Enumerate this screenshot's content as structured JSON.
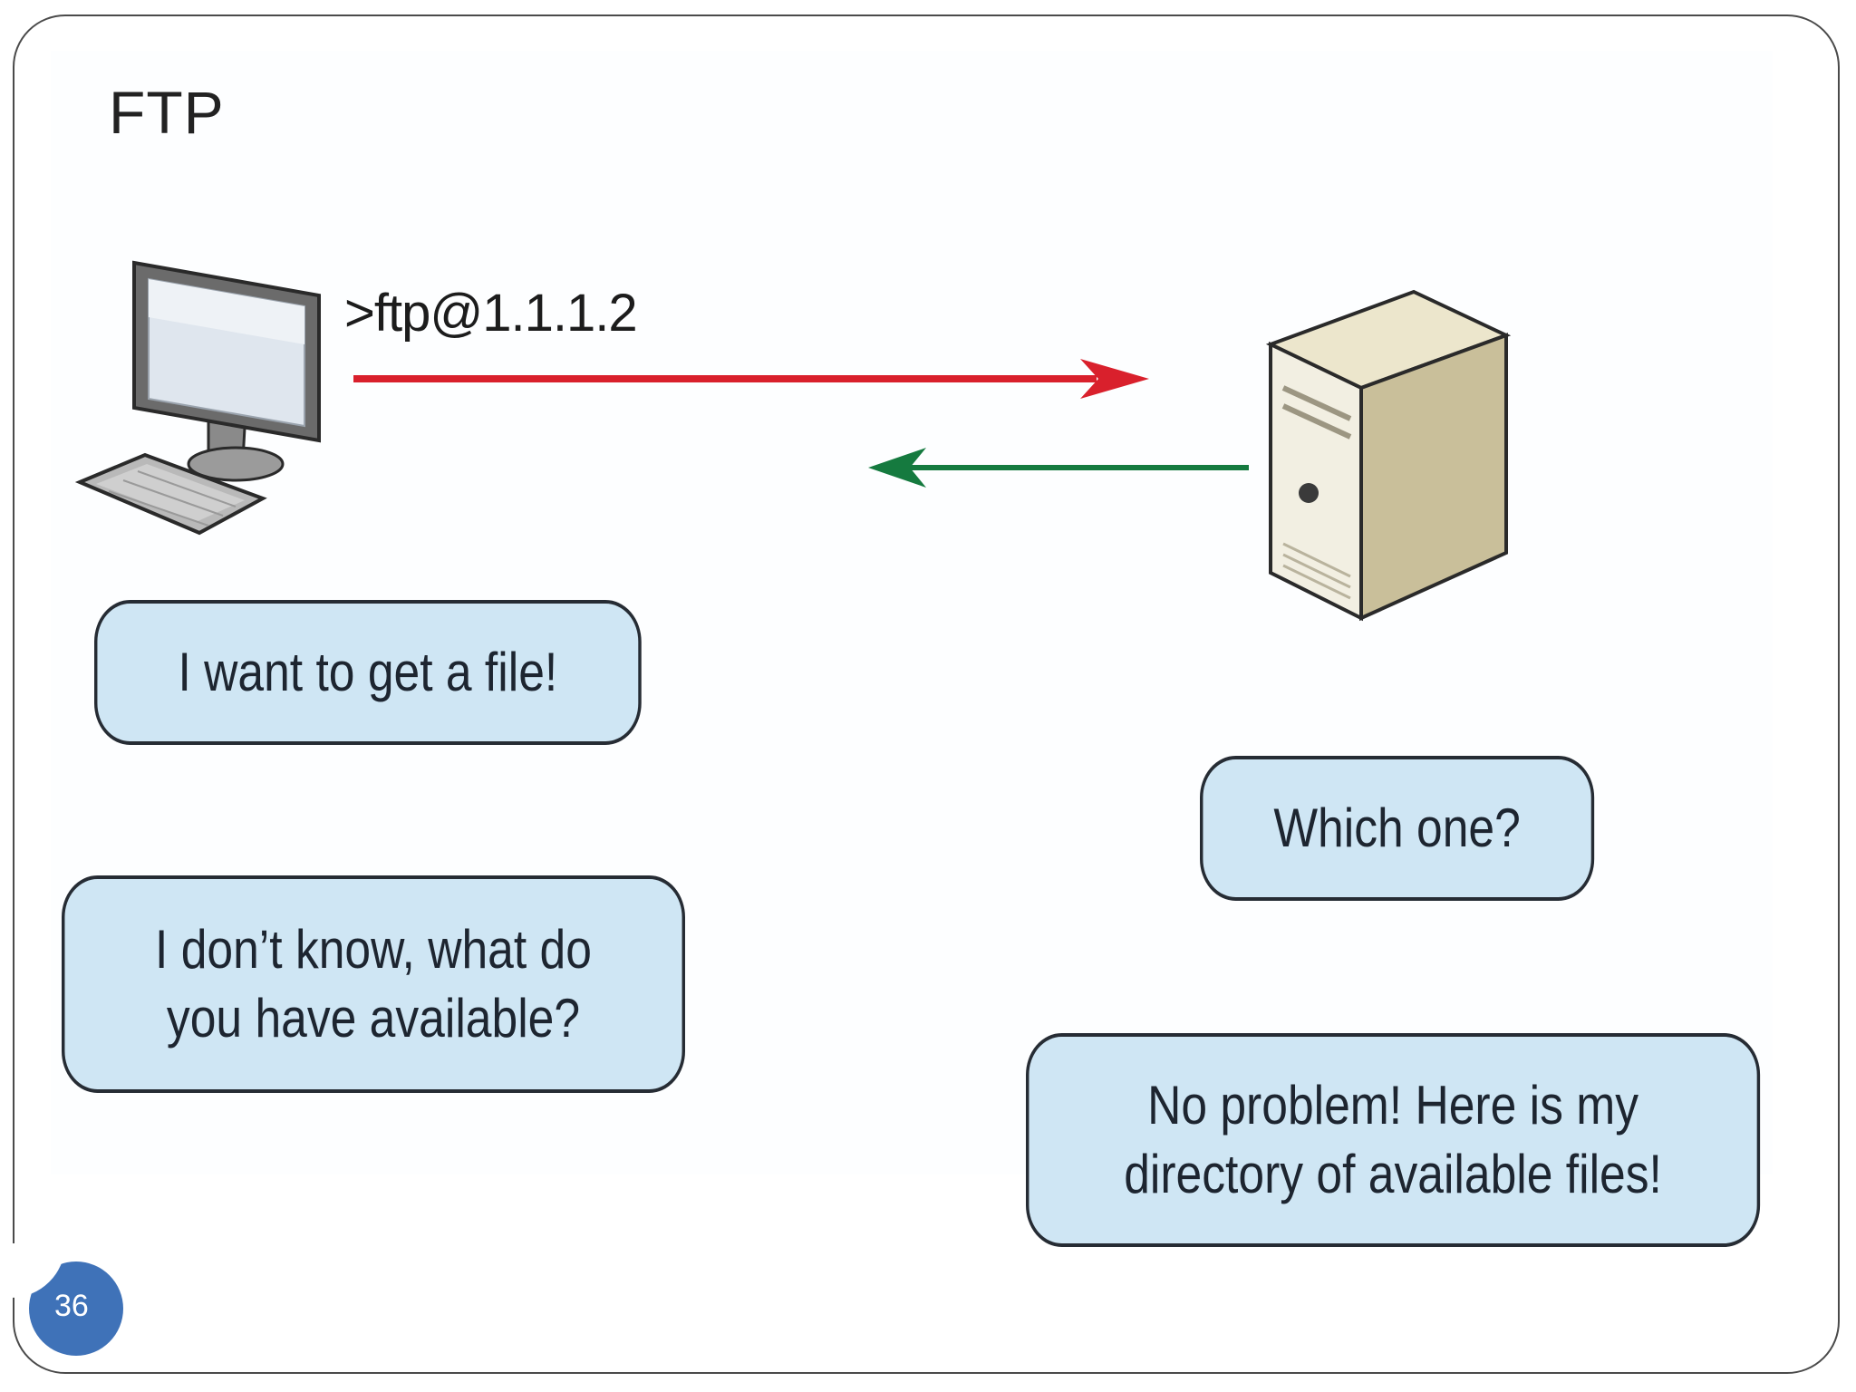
{
  "diagram": {
    "title": "FTP",
    "command": ">ftp@1.1.1.2",
    "colors": {
      "request_arrow": "#d9202c",
      "response_arrow": "#157a3f",
      "bubble_fill": "#cfe6f4",
      "bubble_border": "#262c34"
    },
    "bubbles": {
      "client_request": "I want to get a file!",
      "server_question": "Which one?",
      "client_reply": "I don’t know, what do\nyou have available?",
      "server_reply": "No problem! Here is my\ndirectory of available files!"
    }
  },
  "slide": {
    "page_number": "36"
  }
}
